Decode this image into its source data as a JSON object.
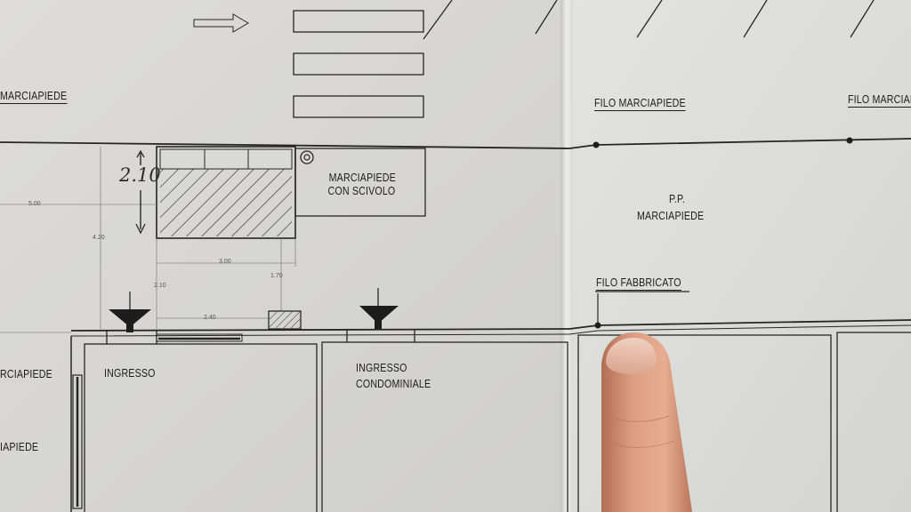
{
  "labels": {
    "marciapiede_left_top": "MARCIAPIEDE",
    "marciapiede_left_mid": "RCIAPIEDE",
    "marciapiede_left_low": "IAPIEDE",
    "filo_marciapiede_1": "FILO MARCIAPIEDE",
    "filo_marciapiede_2": "FILO MARCIAP",
    "marciapiede_scivolo_line1": "MARCIAPIEDE",
    "marciapiede_scivolo_line2": "CON SCIVOLO",
    "pp_line1": "P.P.",
    "pp_line2": "MARCIAPIEDE",
    "filo_fabbricato": "FILO FABBRICATO",
    "ingresso": "INGRESSO",
    "ingresso_condominiale_line1": "INGRESSO",
    "ingresso_condominiale_line2": "CONDOMINIALE"
  },
  "dimensions": {
    "d500": "5.00",
    "d420": "4.20",
    "d300": "3.00",
    "d210": "2.10",
    "d170": "1.70",
    "d240": "2.40",
    "handwritten": "2.10"
  }
}
